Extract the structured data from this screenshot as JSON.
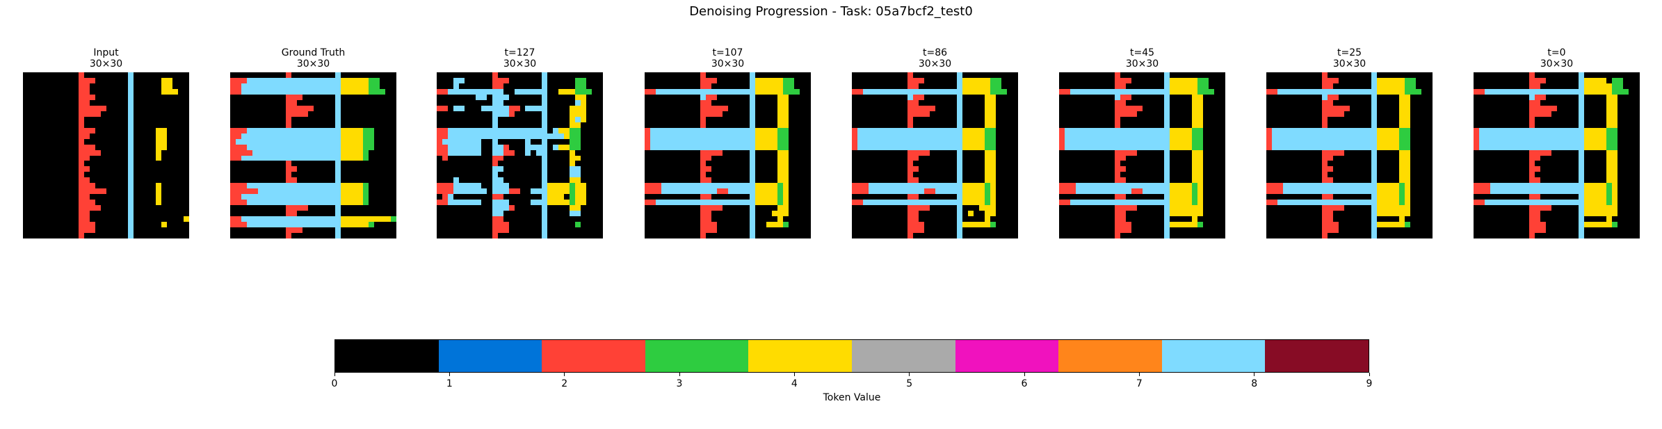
{
  "title": "Denoising Progression - Task: 05a7bcf2_test0",
  "palette": [
    "#000000",
    "#0074D9",
    "#FF4136",
    "#2ECC40",
    "#FFDC00",
    "#AAAAAA",
    "#F012BE",
    "#FF851B",
    "#7FDBFF",
    "#870C25"
  ],
  "chart_data": {
    "type": "heatmap",
    "title": "Denoising Progression - Task: 05a7bcf2_test0",
    "colorbar": {
      "label": "Token Value",
      "ticks": [
        "0",
        "1",
        "2",
        "3",
        "4",
        "5",
        "6",
        "7",
        "8",
        "9"
      ],
      "range": [
        0,
        9
      ]
    },
    "panels": [
      {
        "title": "Input",
        "subtitle": "30×30",
        "grid": [
          "000000000020000000080000000000",
          "000000000022200000080000044000",
          "000000000022000000080000044000",
          "000000000022000000080000044400",
          "000000000022200000080000000000",
          "000000000022000000080000000000",
          "000000000022222000080000000000",
          "000000000022220000080000000000",
          "000000000020000000080000000000",
          "000000000020000000080000000000",
          "000000000022200000080000440000",
          "000000000022000000080000440000",
          "000000000020000000080000440000",
          "000000000022200000080000440000",
          "000000000022220000080000400000",
          "000000000022000000080000400000",
          "000000000020000000080000000000",
          "000000000022000000080000000000",
          "000000000020000000080000000000",
          "000000000022000000080000000000",
          "000000000022200000080000400000",
          "000000000022222000080000400000",
          "000000000022000000080000400000",
          "000000000022200000080000400000",
          "000000000022220000080000000000",
          "000000000022000000080000000000",
          "000000000022000000080000000004",
          "000000000022200000080000040000",
          "000000000022200000080000000000",
          "000000000020000000080000000000"
        ]
      },
      {
        "title": "Ground Truth",
        "subtitle": "30×30",
        "grid": [
          "000000000020000000080000000000",
          "222888888888888888884444433000",
          "228888888888888888884444433000",
          "228888888888888888884444433300",
          "000000000022200000080000000000",
          "000000000022000000080000000000",
          "000000000022222000080000000000",
          "000000000022220000080000000000",
          "000000000020000000080000000000",
          "000000000020000000080000000000",
          "222888888888888888884444330000",
          "228888888888888888884444330000",
          "288888888888888888884444330000",
          "222888888888888888884444330000",
          "222288888888888888884444300000",
          "228888888888888888884444300000",
          "000000000020000000080000000000",
          "000000000022000000080000000000",
          "000000000020000000080000000000",
          "000000000022000000080000000000",
          "222888888888888888884444300000",
          "222228888888888888884444300000",
          "228888888888888888884444300000",
          "222888888888888888884444300000",
          "000000000022220000080000000000",
          "000000000022000000080000000000",
          "228888888888888888884444444443",
          "222888888888888888884444430000",
          "000000000022200000080000000000",
          "000000000020000000080000000000"
        ]
      },
      {
        "title": "t=127",
        "subtitle": "30×30",
        "grid": [
          "000000000020000000080000000000",
          "000880000022200000080000033000",
          "000800000022000000080000033000",
          "228888888888008888880044433300",
          "000000088088800000080000044000",
          "000000000088000000080000084000",
          "220880008888822088880000444000",
          "000000000088820000080000444000",
          "000000000080000000080000484000",
          "000000000080000000080000440000",
          "228888888888888888880844330000",
          "228888888888888888888884330000",
          "288888880080000080080000330000",
          "228888880088200088880844330000",
          "228888880088220080880000400000",
          "020000000022000000080000440000",
          "000000000020000000080000400000",
          "000000000088000000080000880000",
          "000000000080000000080000880000",
          "000800000088000000080000440000",
          "222888880088800000084444344000",
          "222888888088822008884444344000",
          "028000000022000000084440344000",
          "228888880088800008884444344000",
          "000000000088820000080000440000",
          "000000000088000000080000880000",
          "000000000022000000080000000000",
          "000000000022200000080000030000",
          "000000000022200000080000000000",
          "000000000020000000080000000000"
        ]
      },
      {
        "title": "t=107",
        "subtitle": "30×30",
        "grid": [
          "000000000020000000080000000000",
          "000000000022200000084444433000",
          "000000000022000000084444433000",
          "228888888888888888884444433300",
          "000000000082200000080000440000",
          "000000000022000000080000440000",
          "000000000022222000080000440000",
          "000000000022220000080000440000",
          "000000000020000000080000440000",
          "000000000020000000080000440000",
          "288888888888888888884444330000",
          "288888888888888888884444330000",
          "288888888888888888884444330000",
          "288888888888888888884444330000",
          "000000000022220000080000440000",
          "000000000022000000080000440000",
          "000000000020000000080000440000",
          "000000000022000000080000440000",
          "000000000020000000080000440000",
          "000000000022000000080000440000",
          "222888888888888888884444340000",
          "222888888888822888884444340000",
          "000000000022000000084444340000",
          "228888888888888888884444340000",
          "000000000022220000080000440000",
          "000000000022000000080004440000",
          "000000000022000000080000400000",
          "000000000022200000080044430000",
          "000000000022200000080000000000",
          "000000000020000000080000000000"
        ]
      },
      {
        "title": "t=86",
        "subtitle": "30×30",
        "grid": [
          "000000000020000000080000000000",
          "000000000022200000084444433000",
          "000000000022000000084444433000",
          "228888888888888888884444433300",
          "000000000082200000080000440000",
          "000000000022000000080000440000",
          "000000000022222000080000440000",
          "000000000022220000080000440000",
          "000000000020000000080000440000",
          "000000000020000000080000440000",
          "288888888888888888884444330000",
          "288888888888888888884444330000",
          "288888888888888888884444330000",
          "288888888888888888884444330000",
          "000000000022220000080000440000",
          "000000000022000000080000440000",
          "000000000020000000080000440000",
          "000000000022000000080000440000",
          "000000000020000000080000440000",
          "000000000022000000080000440000",
          "222888888888888888884444340000",
          "222888888888822888884444340000",
          "000000000022000000084444340000",
          "228888888888888888884444340000",
          "000000000022220000080004440000",
          "000000000022000000080400440000",
          "000000000022000000080000400000",
          "000000000022200000084444430000",
          "000000000022200000080000000000",
          "000000000020000000080000000000"
        ]
      },
      {
        "title": "t=45",
        "subtitle": "30×30",
        "grid": [
          "000000000020000000080000000000",
          "000000000022200000084444433000",
          "000000000022000000084444433000",
          "228888888888888888884444433300",
          "000000000082200000080000440000",
          "000000000022000000080000440000",
          "000000000022222000080000440000",
          "000000000022220000080000440000",
          "000000000020000000080000440000",
          "000000000020000000080000440000",
          "288888888888888888884444330000",
          "288888888888888888884444330000",
          "288888888888888888884444330000",
          "288888888888888888884444330000",
          "000000000022220000080000440000",
          "000000000022000000080000440000",
          "000000000020000000080000440000",
          "000000000022000000080000440000",
          "000000000020000000080000440000",
          "000000000022000000080000440000",
          "222888888888888888884444340000",
          "222888888888822888884444340000",
          "000000000022000000084444340000",
          "228888888888888888884444340000",
          "000000000022220000084444440000",
          "000000000022000000084444440000",
          "000000000022000000080000400000",
          "000000000022200000084444430000",
          "000000000022200000080000000000",
          "000000000020000000080000000000"
        ]
      },
      {
        "title": "t=25",
        "subtitle": "30×30",
        "grid": [
          "000000000020000000080000000000",
          "000000000022200000084444433000",
          "000000000022000000084444433000",
          "228888888888888888884444433300",
          "000000000082200000080000440000",
          "000000000022000000080000440000",
          "000000000022222000080000440000",
          "000000000022220000080000440000",
          "000000000020000000080000440000",
          "000000000020000000080000440000",
          "288888888888888888884444330000",
          "288888888888888888884444330000",
          "288888888888888888884444330000",
          "288888888888888888884444330000",
          "000000000022220000080000440000",
          "000000000022000000080000440000",
          "000000000020000000080000440000",
          "000000000022000000080000440000",
          "000000000020000000080000440000",
          "000000000022000000080000440000",
          "222888888888888888884444340000",
          "222888888888888888884444340000",
          "000000000022000000084444340000",
          "228888888888888888884444340000",
          "000000000022220000084444440000",
          "000000000022000000084444440000",
          "000000000022000000080000400000",
          "000000000022200000084444430000",
          "000000000022200000080000000000",
          "000000000020000000080000000000"
        ]
      },
      {
        "title": "t=0",
        "subtitle": "30×30",
        "grid": [
          "000000000020000000080000000000",
          "000000000022200000084444033000",
          "000000000022000000084444433000",
          "228888888888888888884444433300",
          "000000000082200000080000440000",
          "000000000022000000080000440000",
          "000000000022222000080000440000",
          "000000000022220000080000440000",
          "000000000020000000080000440000",
          "000000000020000000080000440000",
          "288888888888888888884444330000",
          "288888888888888888884444330000",
          "288888888888888888884444330000",
          "288888888888888888884444330000",
          "000000000022220000080000440000",
          "000000000022000000080000440000",
          "000000000020000000080000440000",
          "000000000022000000080000440000",
          "000000000020000000080000440000",
          "000000000022000000080000440000",
          "222888888888888888884444340000",
          "222888888888888888884444340000",
          "000000000022000000084444340000",
          "228888888888888888884444340000",
          "000000000022220000084444440000",
          "000000000022000000084444440000",
          "000000000022000000080000400000",
          "000000000022200000084444430000",
          "000000000022200000080000000000",
          "000000000020000000080000000000"
        ]
      }
    ]
  }
}
